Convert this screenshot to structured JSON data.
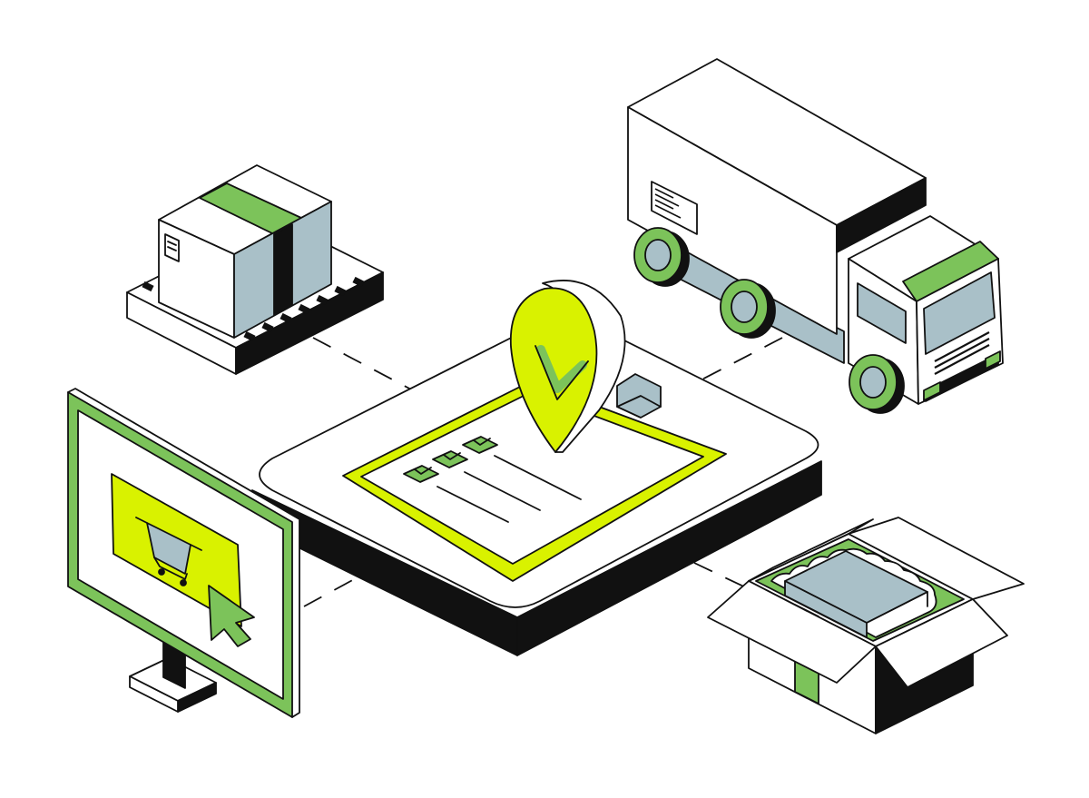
{
  "colors": {
    "background": "#ffffff",
    "outline": "#111111",
    "green": "#7cc35a",
    "lime": "#d9f200",
    "steel": "#a9c0c8",
    "white": "#ffffff",
    "black": "#111111"
  },
  "icons": [
    "checkmark-location-pin-icon",
    "shopping-cart-icon",
    "mouse-cursor-icon",
    "checkbox-icon",
    "fragile-label-icon"
  ],
  "scene": {
    "items": [
      "parcel-on-conveyor",
      "delivery-truck",
      "order-checklist-platform",
      "shopping-monitor",
      "open-shipping-box"
    ],
    "checklist_rows": 3
  }
}
